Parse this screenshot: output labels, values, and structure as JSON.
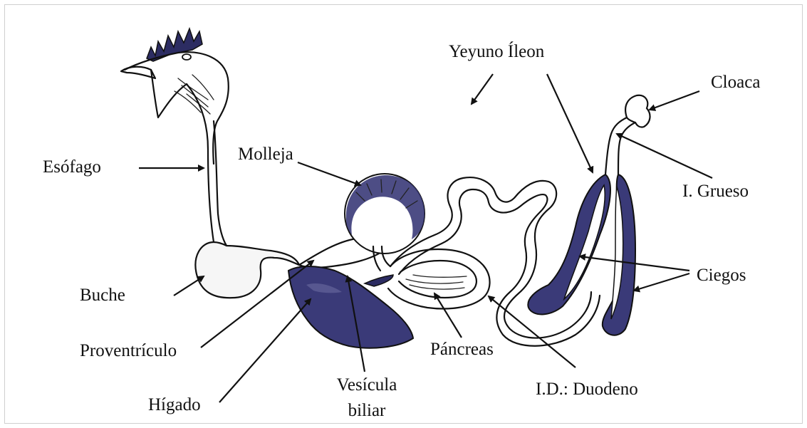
{
  "labels": {
    "esofago": "Esófago",
    "molleja": "Molleja",
    "yeyuno_ileon": "Yeyuno Íleon",
    "cloaca": "Cloaca",
    "i_grueso": "I. Grueso",
    "buche": "Buche",
    "ciegos": "Ciegos",
    "proventriculo": "Proventrículo",
    "pancreas": "Páncreas",
    "higado": "Hígado",
    "vesicula_line1": "Vesícula",
    "vesicula_line2": "biliar",
    "duodeno": "I.D.: Duodeno"
  },
  "colors": {
    "organ_fill": "#3a3a78",
    "organ_dark": "#2c2c62",
    "outline": "#111111",
    "frame": "#cfcfcf"
  }
}
